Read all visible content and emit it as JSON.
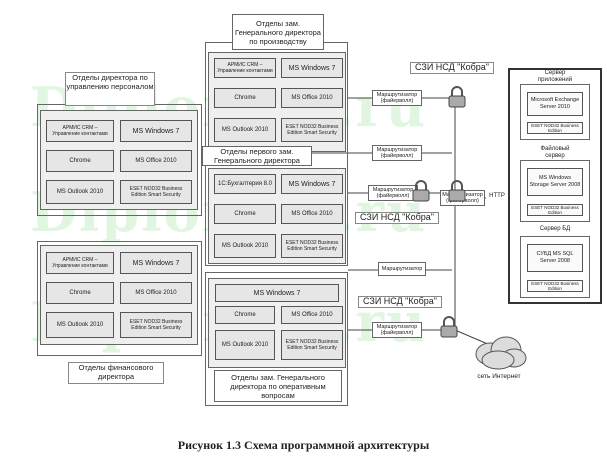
{
  "watermark": "Diplom-it.ru",
  "dept_prod": {
    "title": "Отделы зам. Генерального директора по производству",
    "row1": [
      "АРМИС CRM – Управление контактами",
      "MS Windows 7"
    ],
    "row2": [
      "Chrome",
      "MS Office 2010"
    ],
    "row3": [
      "MS Outlook 2010",
      "ESET NOD32 Business Edition Smart Security"
    ]
  },
  "dept_mgmt": {
    "title": "Отделы директора по управлению персоналом",
    "row1": [
      "АРМИС CRM – Управление контактами",
      "MS Windows 7"
    ],
    "row2": [
      "Chrome",
      "MS Office 2010"
    ],
    "row3": [
      "MS Outlook 2010",
      "ESET NOD32 Business Edition Smart Security"
    ]
  },
  "dept_first": {
    "title": "Отделы первого зам. Генерального директора",
    "row1": [
      "1С:Бухгалтерия 8.0",
      "MS Windows 7"
    ],
    "row2": [
      "Chrome",
      "MS Office 2010"
    ],
    "row3": [
      "MS Outlook 2010",
      "ESET NOD32 Business Edition Smart Security"
    ]
  },
  "dept_fin": {
    "title": "Отделы финансового директора",
    "row1": [
      "АРМИС CRM – Управление контактами",
      "MS Windows 7"
    ],
    "row2": [
      "Chrome",
      "MS Office 2010"
    ],
    "row3": [
      "MS Outlook 2010",
      "ESET NOD32 Business Edition Smart Security"
    ]
  },
  "dept_ops": {
    "title": "Отделы зам. Генерального директора по оперативным вопросам",
    "row1": [
      "MS Windows 7"
    ],
    "row2": [
      "Chrome",
      "MS Office 2010"
    ],
    "row3": [
      "MS Outlook 2010",
      "ESET NOD32 Business Edition Smart Security"
    ]
  },
  "routers": {
    "r1": "Маршрутизатор (файерволл)",
    "r2": "Маршрутизатор (файерволл)",
    "r3": "Маршрутизатор (файерволл)",
    "r4": "Маршрутизатор (файерволл)",
    "r5": "Маршрутизатор",
    "r6": "Маршрутизатор (файерволл)"
  },
  "szi": {
    "s1": "СЗИ НСД \"Кобра\"",
    "s2": "СЗИ НСД \"Кобра\"",
    "s3": "СЗИ НСД \"Кобра\""
  },
  "http_label": "HTTP",
  "internet_label": "сеть Интернет",
  "servers": {
    "app": {
      "title": "Сервер приложений",
      "items": [
        "Microsoft Exchange Server 2010",
        "ESET NOD32 Business Edition"
      ]
    },
    "file": {
      "title": "Файловый сервер",
      "items": [
        "MS Windows Storage Server 2008",
        "ESET NOD32 Business Edition"
      ]
    },
    "db": {
      "title": "Сервер БД",
      "items": [
        "СУБД MS SQL Server 2008",
        "ESET NOD32 Business Edition"
      ]
    }
  },
  "caption": "Рисунок 1.3 Схема программной архитектуры"
}
